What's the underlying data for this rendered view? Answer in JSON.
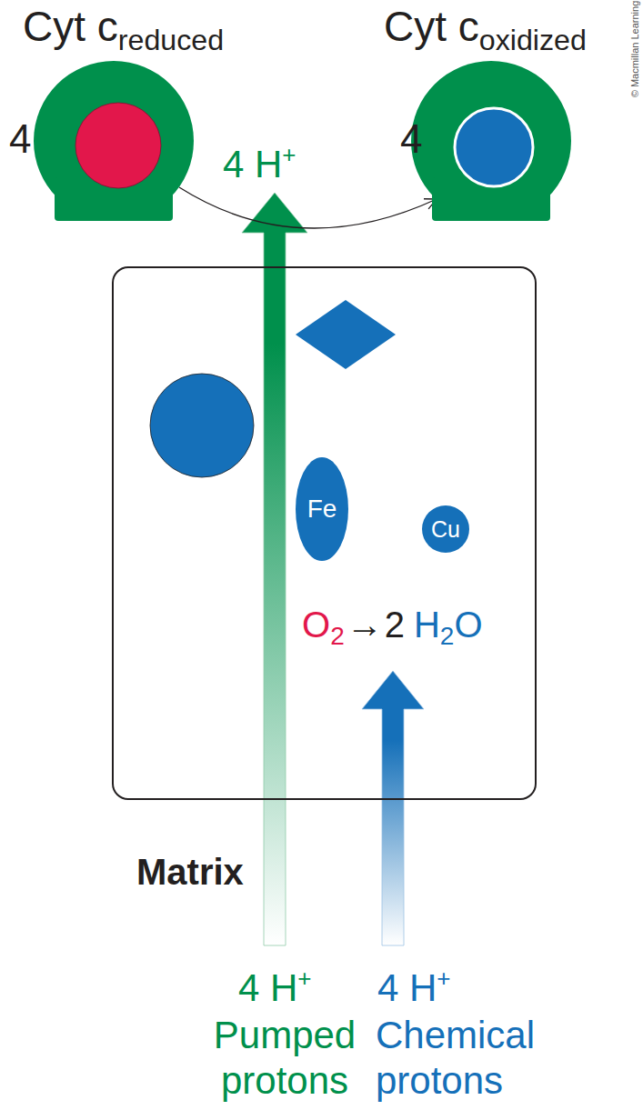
{
  "diagram": {
    "nodes": [
      {
        "text": [
          "Cyt c",
          "reduced"
        ]
      },
      {
        "text": [
          "Cyt c",
          "oxidized"
        ]
      },
      {
        "text": [
          "O",
          "2",
          "→",
          "2",
          "H",
          "2",
          "O"
        ]
      },
      {
        "text": [
          "Fe"
        ],
        "in": 2
      },
      {
        "text": [
          "Cu"
        ],
        "in": 2
      }
    ],
    "edges": [
      {
        "from": 0,
        "to": 1,
        "arrow": "to"
      }
    ],
    "labels": [
      "4",
      "4",
      "4 H",
      "+",
      "Matrix",
      "4 H",
      "+",
      "Pumped protons",
      "4 H",
      "+",
      "Chemical protons",
      "© Macmillan Learning"
    ]
  }
}
